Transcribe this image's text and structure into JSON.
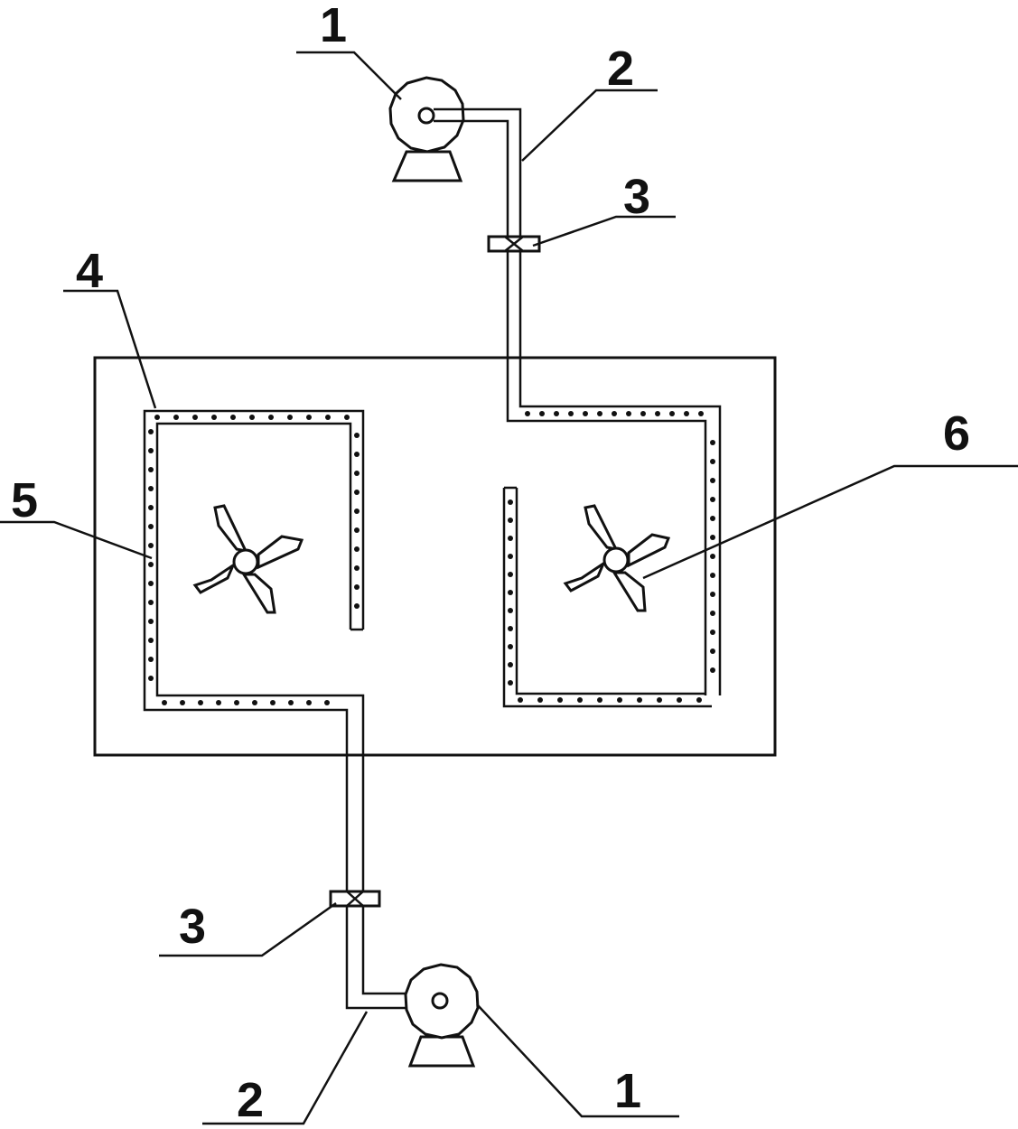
{
  "labels": {
    "pump_top": "1",
    "pump_bottom": "1",
    "pipe_top": "2",
    "pipe_bottom": "2",
    "valve_top": "3",
    "valve_bottom": "3",
    "left_chamber": "4",
    "left_perforated_pipe": "5",
    "right_agitator": "6"
  },
  "colors": {
    "line": "#111111",
    "background": "#ffffff"
  }
}
